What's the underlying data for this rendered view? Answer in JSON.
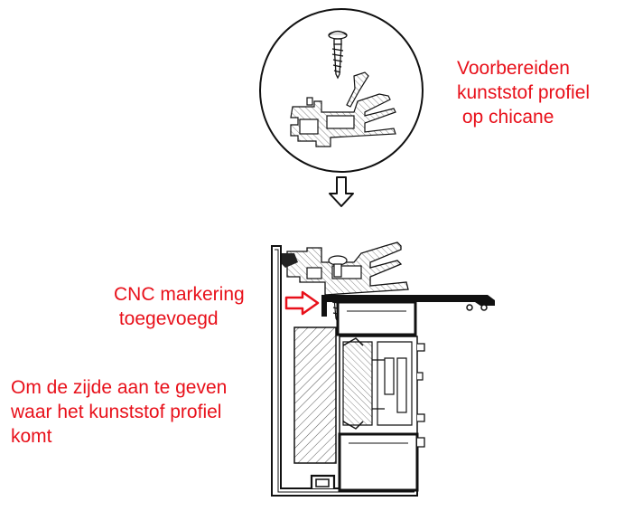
{
  "annotations": {
    "prepare": "Voorbereiden\nkunststof profiel\n op chicane",
    "cnc": "CNC markering\n toegevoegd",
    "side": "Om de zijde aan te geven\nwaar het kunststof profiel\nkomt"
  },
  "colors": {
    "annotation_text": "#e8101a",
    "marker_arrow": "#e8101a",
    "line_art": "#1a1a1a",
    "hatch": "#555555"
  },
  "icons": {
    "screw": "screw-icon",
    "flow_arrow": "arrow-down-icon",
    "marker_arrow": "arrow-right-icon"
  }
}
